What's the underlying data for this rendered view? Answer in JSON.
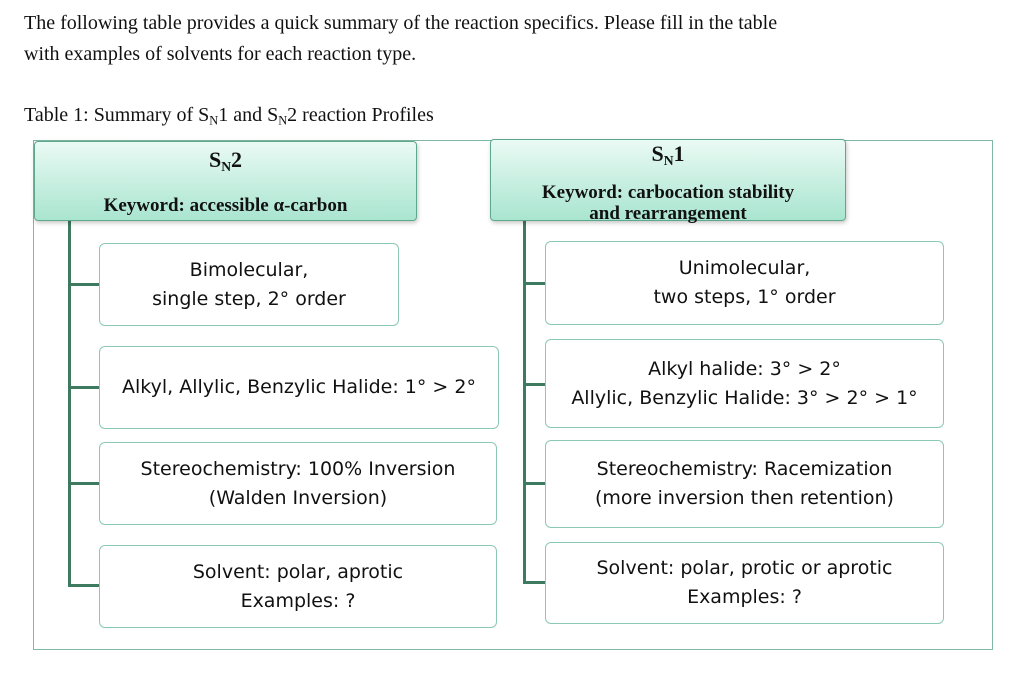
{
  "intro": {
    "line1": "The following table provides a quick summary of the reaction specifics. Please fill in the table",
    "line2": "with examples of solvents for each reaction type."
  },
  "caption": {
    "prefix": "Table 1: Summary of S",
    "sub": "N",
    "middle": "1 and S",
    "sub2": "N",
    "suffix": "2 reaction Profiles"
  },
  "sn2": {
    "title_main": "S",
    "title_sub": "N",
    "title_num": "2",
    "keyword": "Keyword: accessible α-carbon",
    "boxes": [
      {
        "line1": "Bimolecular,",
        "line2": "single step, 2° order"
      },
      {
        "line1": "Alkyl, Allylic, Benzylic Halide: 1° > 2°",
        "line2": ""
      },
      {
        "line1": "Stereochemistry: 100% Inversion",
        "line2": "(Walden Inversion)"
      },
      {
        "line1": "Solvent: polar, aprotic",
        "line2": "Examples: ?"
      }
    ]
  },
  "sn1": {
    "title_main": "S",
    "title_sub": "N",
    "title_num": "1",
    "keyword_line1": "Keyword: carbocation stability",
    "keyword_line2": "and rearrangement",
    "boxes": [
      {
        "line1": "Unimolecular,",
        "line2": "two steps, 1° order"
      },
      {
        "line1": "Alkyl halide: 3° > 2°",
        "line2": "Allylic, Benzylic Halide: 3° > 2° > 1°"
      },
      {
        "line1": "Stereochemistry: Racemization",
        "line2": "(more inversion then retention)"
      },
      {
        "line1": "Solvent: polar, protic or aprotic",
        "line2": "Examples: ?"
      }
    ]
  },
  "colors": {
    "header_gradient_top": "#eafaf4",
    "header_gradient_bottom": "#a9e5d0",
    "connector": "#3e7a60",
    "box_border": "#8cc9b2"
  }
}
